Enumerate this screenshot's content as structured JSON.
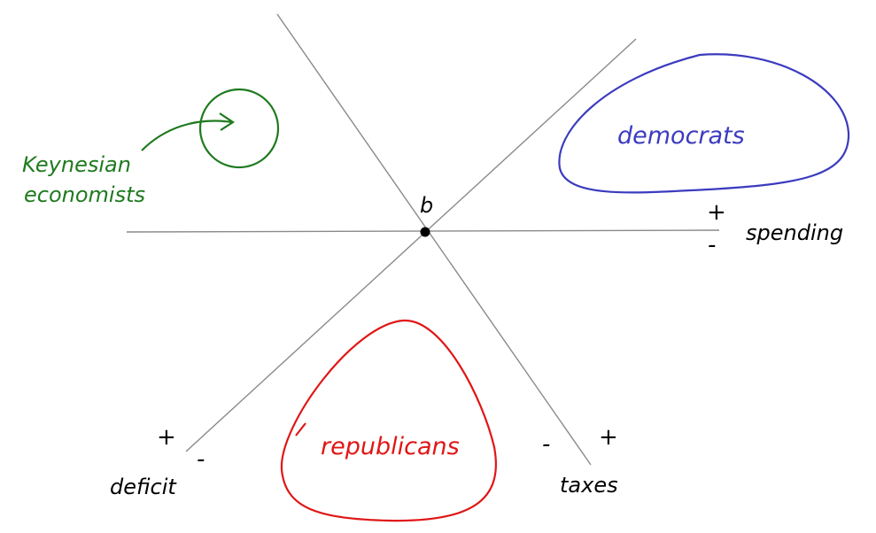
{
  "origin_label": "b",
  "axes": {
    "spending": {
      "label": "spending",
      "plus": "+",
      "minus": "-"
    },
    "deficit": {
      "label": "deficit",
      "plus": "+",
      "minus": "-"
    },
    "taxes": {
      "label": "taxes",
      "plus": "+",
      "minus": "-"
    }
  },
  "groups": {
    "democrats": {
      "label": "democrats",
      "color": "#3b3bbf"
    },
    "republicans": {
      "label": "republicans",
      "color": "#e01616"
    },
    "keynesian": {
      "label_line1": "Keynesian",
      "label_line2": "economists",
      "color": "#1f7a1f"
    }
  },
  "colors": {
    "axis": "#8a8a8a",
    "ink": "#000000"
  }
}
